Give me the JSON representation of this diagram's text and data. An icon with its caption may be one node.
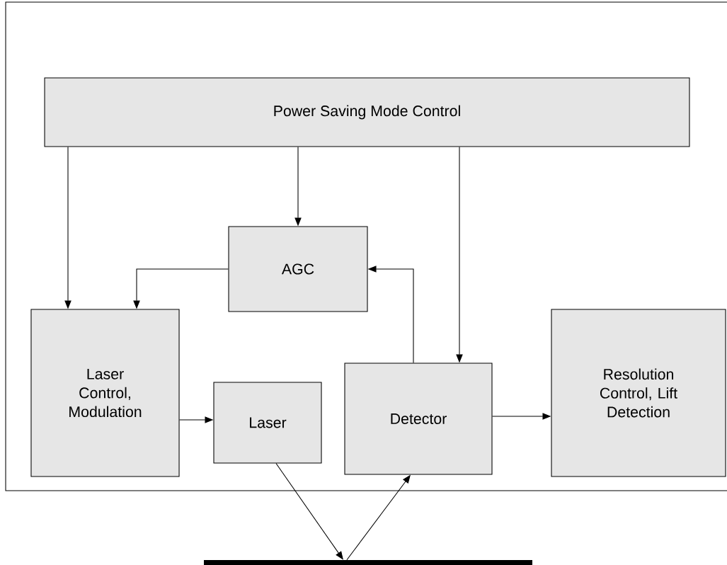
{
  "diagram": {
    "nodes": [
      {
        "text": [],
        "shape": "box"
      },
      {
        "text": [
          "Power Saving Mode Control"
        ],
        "in": 0
      },
      {
        "text": [
          "AGC"
        ],
        "in": 0
      },
      {
        "text": [
          "Laser Control, Modulation"
        ],
        "in": 0
      },
      {
        "text": [
          "Laser"
        ],
        "in": 0
      },
      {
        "text": [
          "Detector"
        ],
        "in": 0
      },
      {
        "text": [
          "Resolution Control, Lift Detection"
        ],
        "in": 0
      },
      {
        "text": [],
        "shape": "bar"
      }
    ],
    "edges": [
      {
        "from": 1,
        "to": 3,
        "arrow": "to"
      },
      {
        "from": 1,
        "to": 2,
        "arrow": "to"
      },
      {
        "from": 1,
        "to": 5,
        "arrow": "to"
      },
      {
        "from": 2,
        "to": 3,
        "arrow": "to"
      },
      {
        "from": 5,
        "to": 2,
        "arrow": "to"
      },
      {
        "from": 3,
        "to": 4,
        "arrow": "to"
      },
      {
        "from": 5,
        "to": 6,
        "arrow": "to"
      },
      {
        "from": 4,
        "to": 7,
        "arrow": "to"
      },
      {
        "from": 7,
        "to": 5,
        "arrow": "to"
      }
    ]
  }
}
